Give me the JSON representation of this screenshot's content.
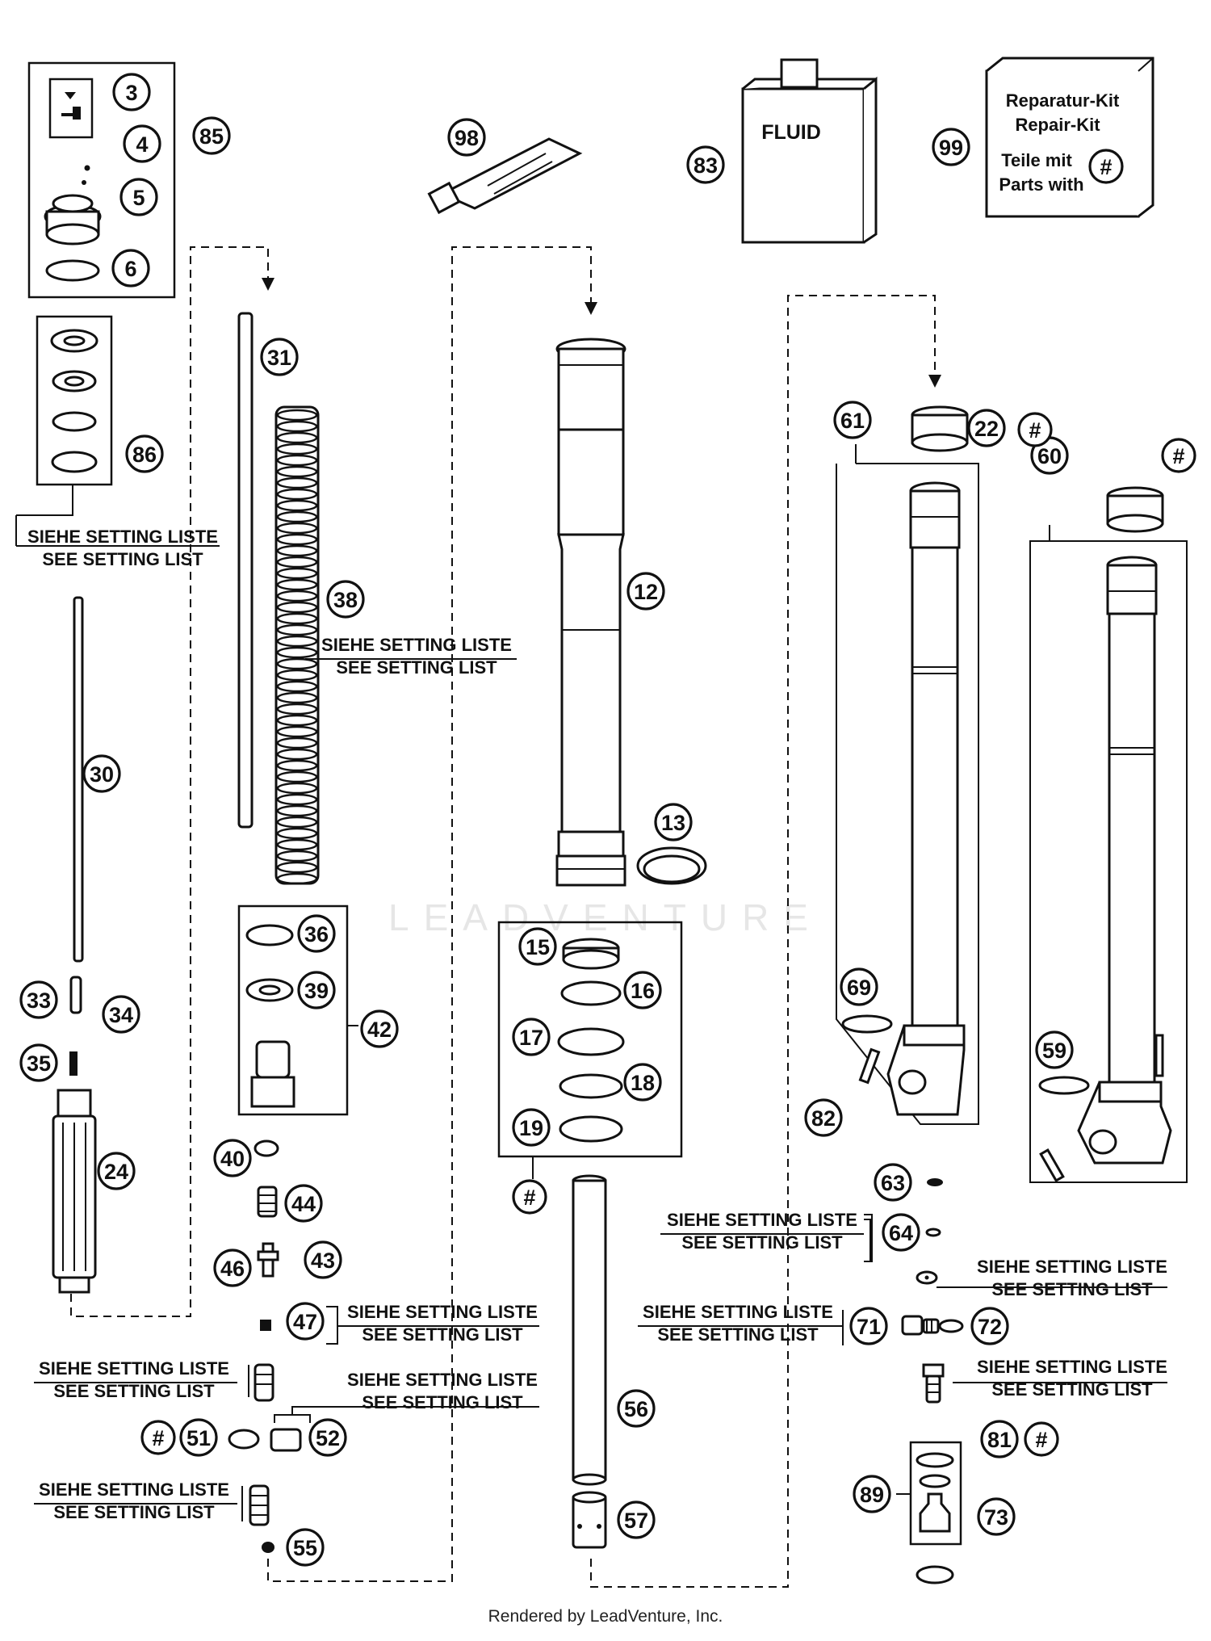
{
  "callouts": [
    "3",
    "4",
    "5",
    "6",
    "85",
    "86",
    "98",
    "83",
    "99",
    "31",
    "38",
    "30",
    "12",
    "13",
    "61",
    "22",
    "60",
    "15",
    "16",
    "17",
    "18",
    "19",
    "36",
    "39",
    "42",
    "33",
    "34",
    "35",
    "24",
    "40",
    "44",
    "46",
    "43",
    "47",
    "51",
    "52",
    "55",
    "56",
    "57",
    "69",
    "59",
    "82",
    "63",
    "64",
    "71",
    "72",
    "81",
    "89",
    "73"
  ],
  "kit_marker": "#",
  "fluid_label": "FLUID",
  "repair_kit": {
    "line1": "Reparatur-Kit",
    "line2": "Repair-Kit",
    "line3": "Teile mit",
    "line4": "Parts with"
  },
  "setting_note": {
    "de": "SIEHE SETTING LISTE",
    "en": "SEE SETTING LIST"
  },
  "watermark": "LEADVENTURE",
  "footer": "Rendered by LeadVenture, Inc."
}
